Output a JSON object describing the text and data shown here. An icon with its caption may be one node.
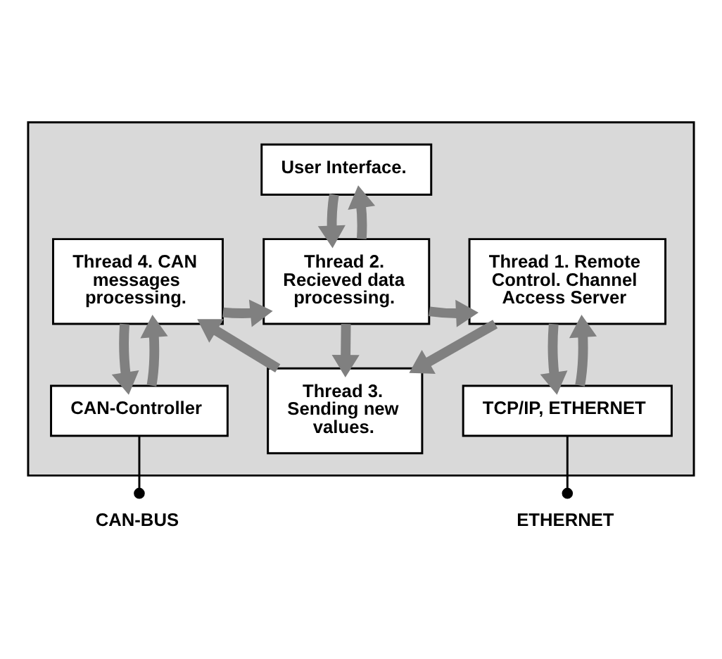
{
  "diagram": {
    "nodes": [
      {
        "text": [],
        "shape": "box"
      },
      {
        "text": [
          "User Interface."
        ],
        "in": 0
      },
      {
        "text": [
          "Thread 2. Recieved data processing."
        ],
        "in": 0
      },
      {
        "text": [
          "Thread 1. Remote Control. Channel Access Server"
        ],
        "in": 0
      },
      {
        "text": [
          "Thread 3. Sending new values."
        ],
        "in": 0
      },
      {
        "text": [
          "Thread 4. CAN messages processing."
        ],
        "in": 0
      },
      {
        "text": [
          "TCP/IP, ETHERNET"
        ],
        "in": 0
      },
      {
        "text": [
          "CAN-Controller"
        ],
        "in": 0
      },
      {
        "text": [
          "ETHERNET"
        ]
      },
      {
        "text": [
          "CAN-BUS"
        ]
      }
    ],
    "edges": [
      {
        "from": 1,
        "to": 2,
        "arrow": "to"
      },
      {
        "from": 2,
        "to": 1,
        "arrow": "to"
      },
      {
        "from": 2,
        "to": 3,
        "arrow": "to"
      },
      {
        "from": 5,
        "to": 2,
        "arrow": "to"
      },
      {
        "from": 2,
        "to": 4,
        "arrow": "to"
      },
      {
        "from": 3,
        "to": 4,
        "arrow": "to"
      },
      {
        "from": 4,
        "to": 5,
        "arrow": "to"
      },
      {
        "from": 3,
        "to": 6,
        "arrow": "to"
      },
      {
        "from": 6,
        "to": 3,
        "arrow": "to"
      },
      {
        "from": 5,
        "to": 7,
        "arrow": "to"
      },
      {
        "from": 7,
        "to": 5,
        "arrow": "to"
      },
      {
        "from": 6,
        "to": 8,
        "arrow": "other",
        "color": "#000000"
      },
      {
        "from": 7,
        "to": 9,
        "arrow": "other",
        "color": "#000000"
      }
    ]
  }
}
